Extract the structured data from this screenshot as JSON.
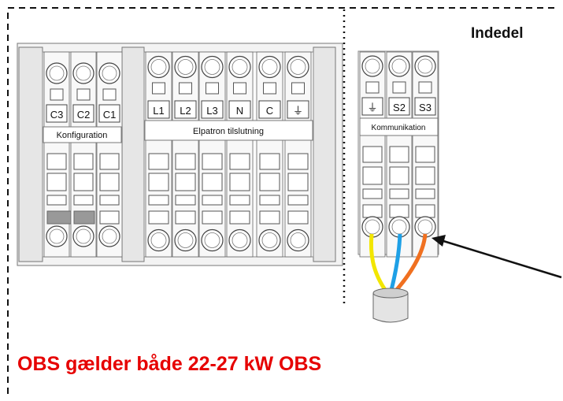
{
  "title": "Indedel",
  "notice": {
    "text": "OBS gælder både 22-27 kW OBS",
    "color": "#e60000"
  },
  "groups": {
    "konfiguration": {
      "label": "Konfiguration",
      "terminals": [
        "C3",
        "C2",
        "C1"
      ]
    },
    "elpatron": {
      "label": "Elpatron tilslutning",
      "terminals": [
        "L1",
        "L2",
        "L3",
        "N",
        "C",
        "⏚"
      ]
    },
    "kommunikation": {
      "label": "Kommunikation",
      "terminals": [
        "⏚",
        "S2",
        "S3"
      ]
    }
  },
  "wire_colors": {
    "yellow": "#f2e600",
    "blue": "#1ea0e6",
    "orange": "#f07020"
  }
}
